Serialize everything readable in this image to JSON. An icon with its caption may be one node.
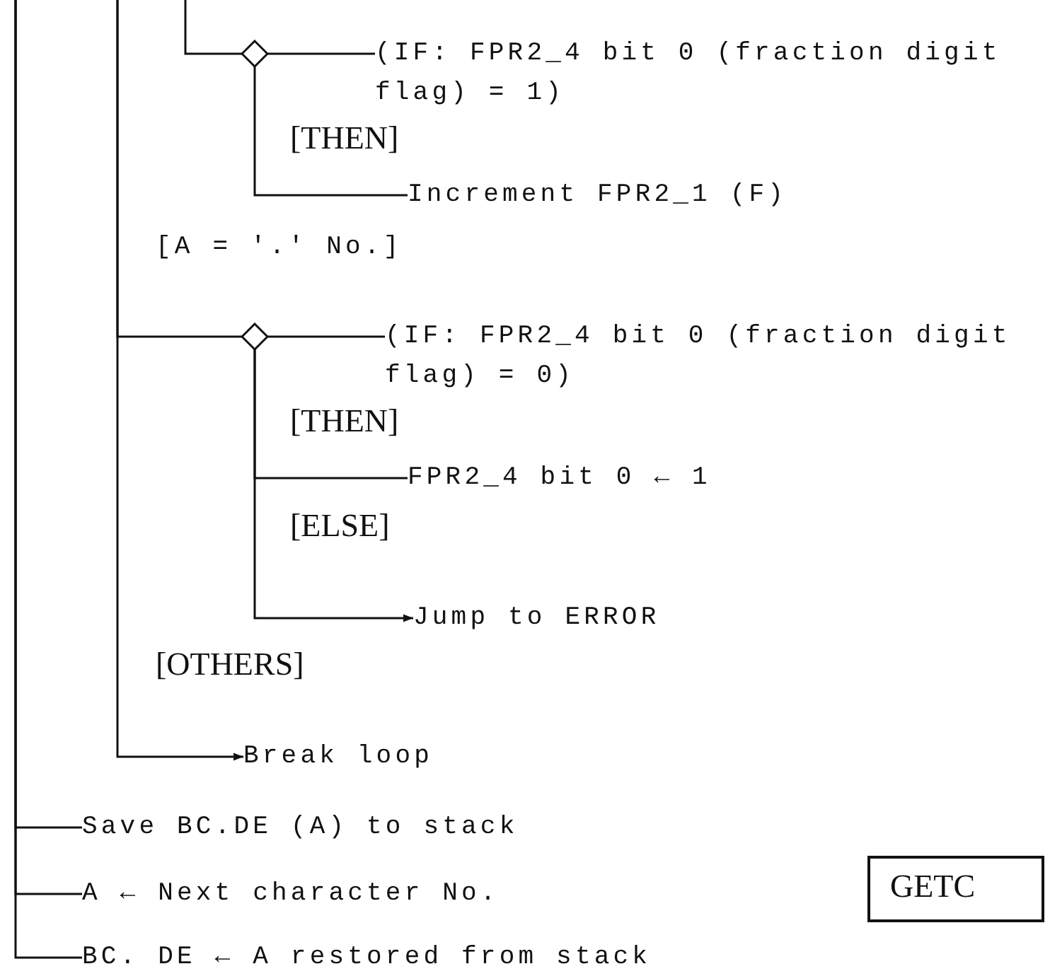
{
  "diagram": {
    "nodes": [
      {
        "text": [],
        "shape": "diamond"
      },
      {
        "text": [
          "(IF: FPR2_4 bit 0 (fraction digit flag) = 1)"
        ]
      },
      {
        "text": [
          "Increment FPR2_1 (F)"
        ]
      },
      {
        "text": [],
        "shape": "diamond"
      },
      {
        "text": [
          "(IF: FPR2_4 bit 0 (fraction digit flag) = 0)"
        ]
      },
      {
        "text": [
          "FPR2_4 bit 0 ← 1"
        ]
      },
      {
        "text": [
          "Jump to ERROR"
        ]
      },
      {
        "text": [
          "Break loop"
        ]
      },
      {
        "text": [
          "Save BC.DE (A) to stack"
        ]
      },
      {
        "text": [
          "A ← Next character No."
        ]
      },
      {
        "text": [
          "BC. DE ← A restored from stack"
        ]
      },
      {
        "text": [
          "GETC"
        ]
      }
    ],
    "edges": [
      {
        "from": null,
        "to": 0,
        "arrow": "none"
      },
      {
        "from": 0,
        "to": 1,
        "arrow": "none"
      },
      {
        "from": 0,
        "to": 2,
        "arrow": "none"
      },
      {
        "from": null,
        "to": 3,
        "arrow": "none"
      },
      {
        "from": 3,
        "to": 4,
        "arrow": "none"
      },
      {
        "from": 3,
        "to": 5,
        "arrow": "none"
      },
      {
        "from": 3,
        "to": 6,
        "arrow": "to"
      },
      {
        "from": null,
        "to": 7,
        "arrow": "to"
      },
      {
        "from": null,
        "to": 8,
        "arrow": "none"
      },
      {
        "from": null,
        "to": 9,
        "arrow": "none"
      },
      {
        "from": null,
        "to": 10,
        "arrow": "none"
      }
    ],
    "labels": [
      "[THEN]",
      "[A = '.' No.]",
      "[THEN]",
      "[ELSE]",
      "[OTHERS]"
    ]
  }
}
